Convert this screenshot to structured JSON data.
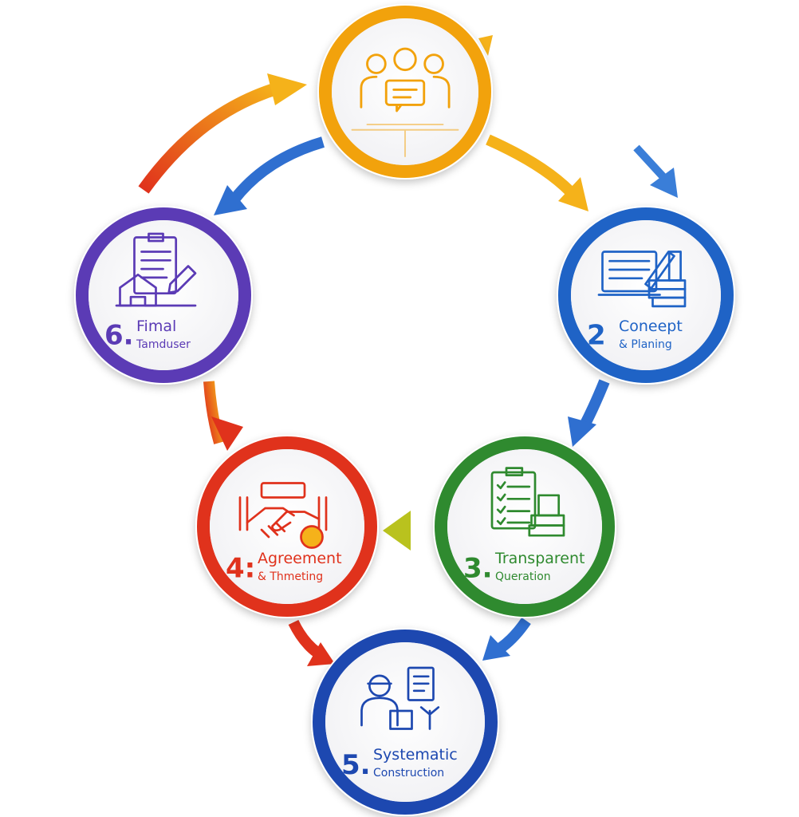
{
  "steps": [
    {
      "id": "top",
      "number": "",
      "title": "",
      "subtitle": "",
      "color": "#f2a20c",
      "icon": "team-meeting-icon"
    },
    {
      "id": "concept",
      "number": "2",
      "title": "Coneept",
      "subtitle": "& Planing",
      "color": "#1f63c6",
      "icon": "document-pencil-icon"
    },
    {
      "id": "quotation",
      "number": "3.",
      "title": "Transparent",
      "subtitle": "Queration",
      "color": "#2f8a2f",
      "icon": "checklist-icon"
    },
    {
      "id": "agreement",
      "number": "4:",
      "title": "Agreement",
      "subtitle": "& Thmeting",
      "color": "#e0321c",
      "icon": "handshake-icon"
    },
    {
      "id": "construction",
      "number": "5.",
      "title": "Systematic",
      "subtitle": "Construction",
      "color": "#1d48b0",
      "icon": "construction-worker-icon"
    },
    {
      "id": "final",
      "number": "6.",
      "title": "Fimal",
      "subtitle": "Tamduser",
      "color": "#5b3bb5",
      "icon": "clipboard-house-icon"
    }
  ]
}
